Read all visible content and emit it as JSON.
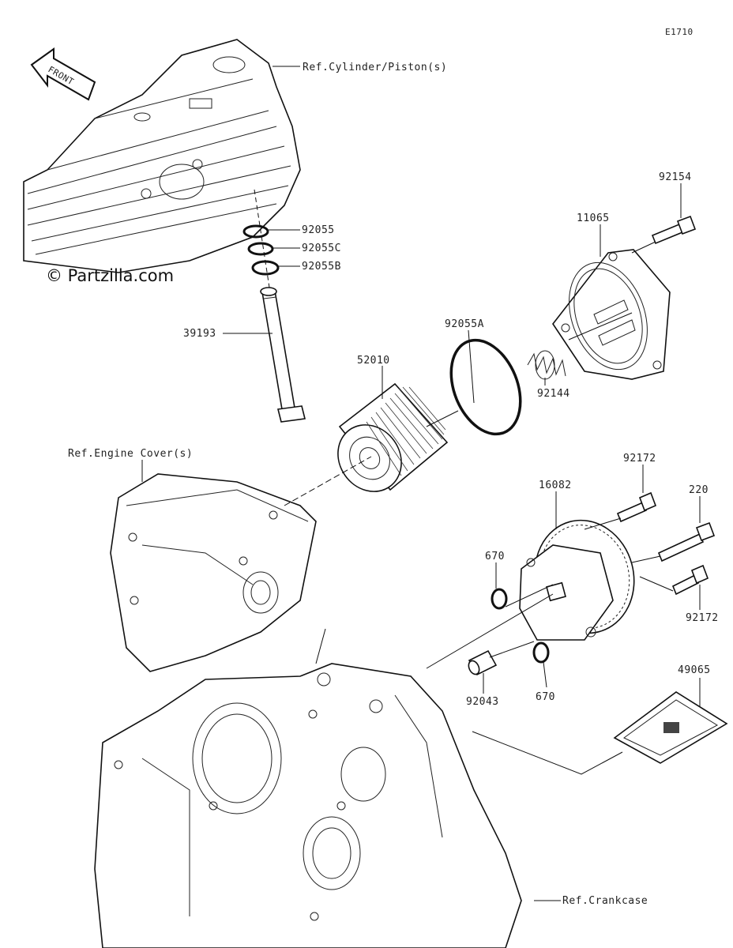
{
  "diagram": {
    "code": "E1710",
    "watermark": "© Partzilla.com",
    "front_arrow_label": "FRONT"
  },
  "refs": {
    "cylinder": "Ref.Cylinder/Piston(s)",
    "engine_cover": "Ref.Engine Cover(s)",
    "crankcase": "Ref.Crankcase"
  },
  "callouts": {
    "p92055": "92055",
    "p92055c": "92055C",
    "p92055b": "92055B",
    "p39193": "39193",
    "p52010": "52010",
    "p92055a": "92055A",
    "p92144": "92144",
    "p11065": "11065",
    "p92154": "92154",
    "p92172_top": "92172",
    "p16082": "16082",
    "p220": "220",
    "p670_left": "670",
    "p92172_bottom": "92172",
    "p92043": "92043",
    "p670_bottom": "670",
    "p49065": "49065"
  }
}
